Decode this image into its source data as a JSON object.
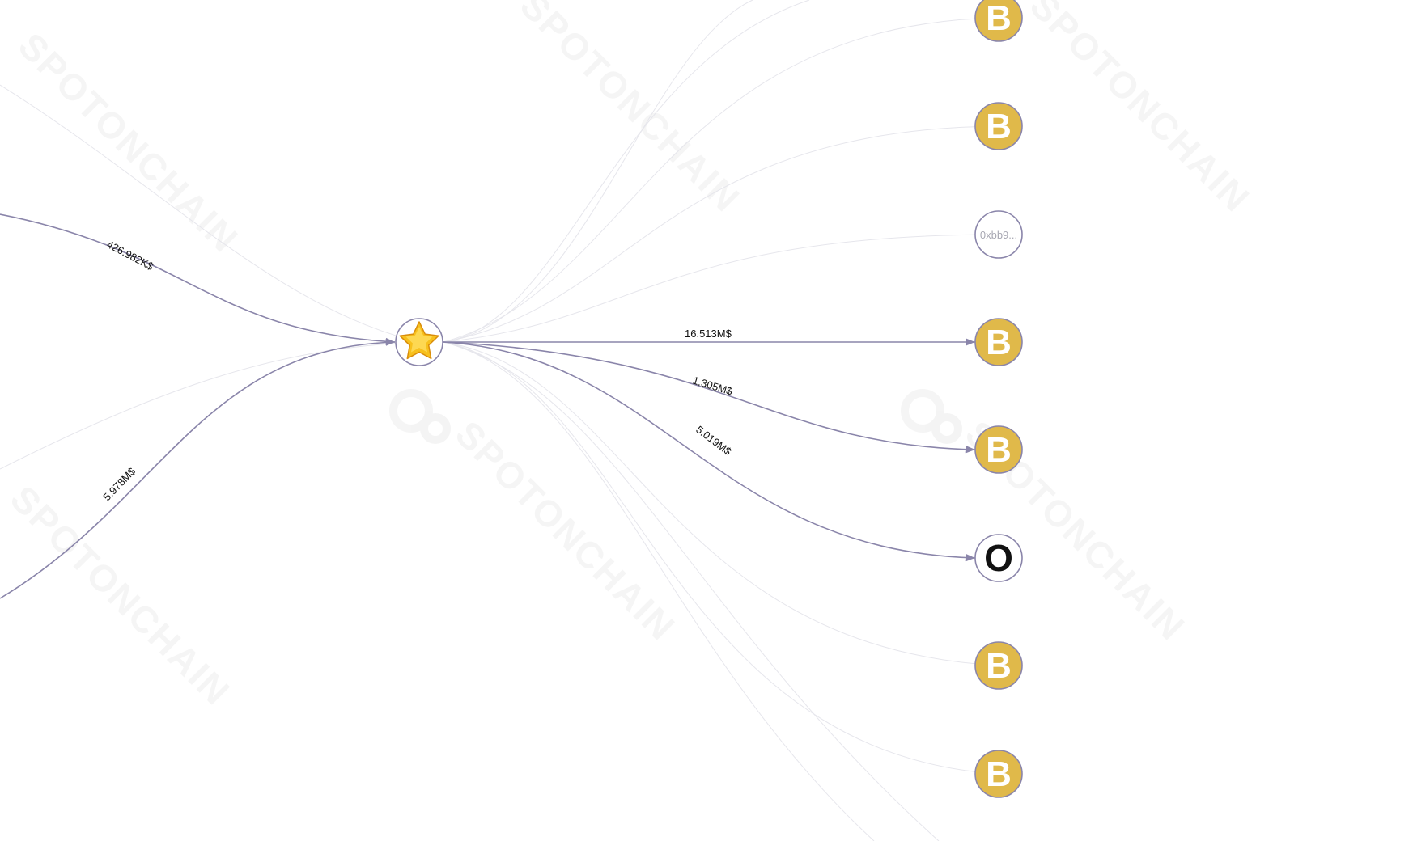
{
  "watermark": {
    "text": "SPOTONCHAIN"
  },
  "colors": {
    "edge": "#8a85aa",
    "faint_edge": "#e6e6ec",
    "binance_fill": "#e0b94a",
    "binance_letter": "#ffffff",
    "node_stroke": "#8a85aa",
    "okx_letter": "#111111"
  },
  "center_node": {
    "icon": "star-icon",
    "symbol": "⭐"
  },
  "right_nodes": [
    {
      "type": "binance",
      "label": "B"
    },
    {
      "type": "binance",
      "label": "B"
    },
    {
      "type": "address",
      "label": "0xbb9..."
    },
    {
      "type": "binance",
      "label": "B"
    },
    {
      "type": "binance",
      "label": "B"
    },
    {
      "type": "okx",
      "label": "O"
    },
    {
      "type": "binance",
      "label": "B"
    },
    {
      "type": "binance",
      "label": "B"
    }
  ],
  "edge_labels": {
    "in_top": "426.982K$",
    "in_bottom": "5.978M$",
    "out_1": "16.513M$",
    "out_2": "1.305M$",
    "out_3": "5.019M$"
  }
}
